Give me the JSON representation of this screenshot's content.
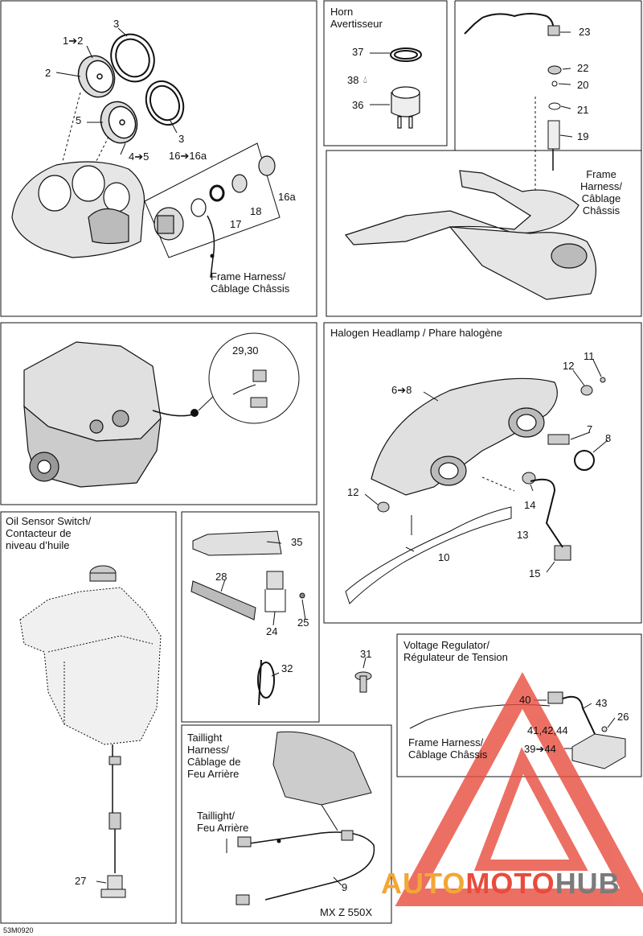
{
  "panels": {
    "gauges": {
      "frame_harness_label": "Frame Harness/\nCâblage Châssis",
      "callouts": [
        "1➔2",
        "2",
        "3",
        "3",
        "5",
        "4➔5",
        "16➔16a",
        "16a",
        "17",
        "18"
      ]
    },
    "horn": {
      "title": "Horn\nAvertisseur",
      "callouts": [
        "37",
        "38",
        "36"
      ]
    },
    "hood": {
      "frame_harness_label": "Frame\nHarness/\nCâblage\nChâssis",
      "callouts": [
        "23",
        "22",
        "20",
        "21",
        "19"
      ]
    },
    "engine": {
      "callouts": [
        "29,30"
      ]
    },
    "headlamp": {
      "title": "Halogen Headlamp / Phare halogène",
      "callouts": [
        "11",
        "12",
        "6➔8",
        "7",
        "8",
        "12",
        "14",
        "13",
        "10",
        "15"
      ]
    },
    "oil": {
      "title": "Oil Sensor Switch/\nContacteur de\nniveau d’huile",
      "callouts": [
        "27"
      ]
    },
    "misc": {
      "callouts": [
        "35",
        "28",
        "24",
        "25",
        "32",
        "31"
      ]
    },
    "voltage": {
      "title": "Voltage Regulator/\nRégulateur de Tension",
      "frame_harness_label": "Frame Harness/\nCâblage Châssis",
      "callouts": [
        "40",
        "43",
        "26",
        "41,42,44",
        "39➔44"
      ]
    },
    "taillight": {
      "title": "Taillight\nHarness/\nCâblage de\nFeu Arrière",
      "taillight_label": "Taillight/\nFeu Arrière",
      "model": "MX Z 550X",
      "callouts": [
        "9"
      ]
    }
  },
  "footer_code": "53M0920",
  "watermark": {
    "text_auto": "AUTO",
    "text_moto": "MOTO",
    "text_hub": "HUB",
    "color_primary": "#e84c3d",
    "color_accent": "#f2a735",
    "color_hub": "#7b7b7b"
  }
}
